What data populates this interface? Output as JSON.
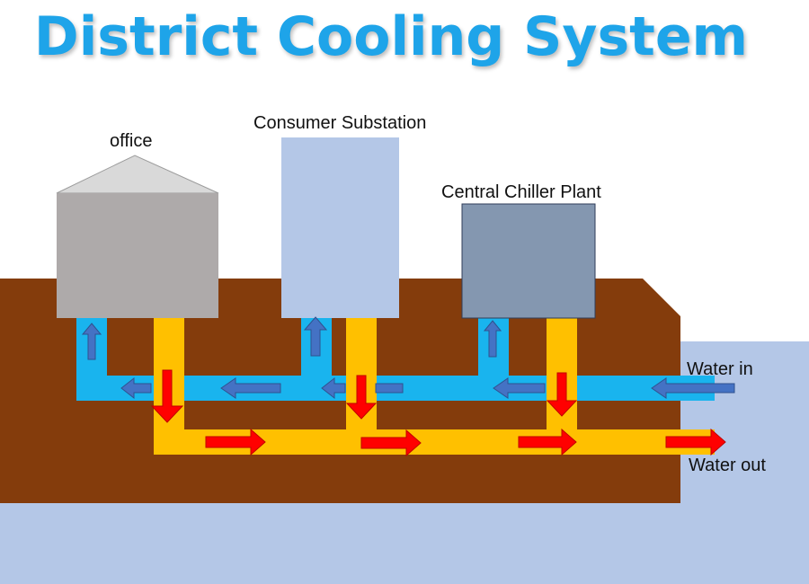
{
  "title": "District Cooling System",
  "labels": {
    "office": "office",
    "consumer_substation": "Consumer Substation",
    "central_chiller_plant": "Central Chiller Plant",
    "water_in": "Water in",
    "water_out": "Water out"
  },
  "colors": {
    "title": "#1ea4e9",
    "soil": "#843c0c",
    "water_body": "#b4c7e7",
    "supply_pipe": "#19b4ee",
    "return_pipe": "#ffc000",
    "office_wall": "#aeaaaa",
    "office_roof": "#d9d9d9",
    "substation": "#b4c7e7",
    "chiller_plant": "#8497b0",
    "blue_arrow": "#4472c4",
    "red_arrow": "#ff0000"
  }
}
